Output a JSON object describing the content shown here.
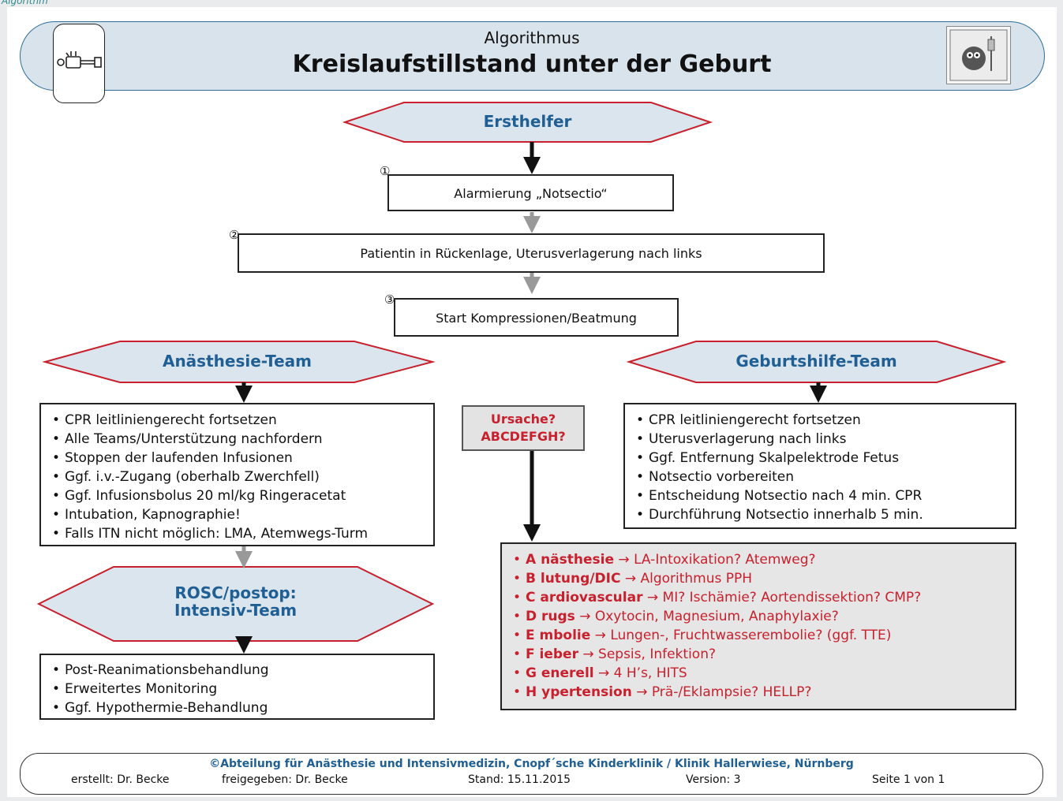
{
  "page_tag": "Algorithm",
  "header": {
    "subtitle": "Algorithmus",
    "title": "Kreislaufstillstand unter der Geburt"
  },
  "icons": {
    "header_left": "infusion-pump-icon",
    "header_right": "clinic-logo-icon"
  },
  "colors": {
    "hex_fill": "#dbe5ee",
    "hex_stroke": "#c8202d",
    "hex_text": "#1f5f94",
    "cause_text": "#c8202d"
  },
  "ersthelfer": {
    "label": "Ersthelfer"
  },
  "steps": [
    {
      "number": "①",
      "text": "Alarmierung „Notsectio“"
    },
    {
      "number": "②",
      "text": "Patientin in Rückenlage, Uterusverlagerung nach links"
    },
    {
      "number": "③",
      "text": "Start Kompressionen/Beatmung"
    }
  ],
  "anaesthesie": {
    "label": "Anästhesie-Team",
    "items": [
      "CPR leitliniengerecht fortsetzen",
      "Alle Teams/Unterstützung nachfordern",
      "Stoppen der laufenden Infusionen",
      "Ggf. i.v.-Zugang (oberhalb Zwerchfell)",
      "Ggf. Infusionsbolus 20 ml/kg Ringeracetat",
      "Intubation, Kapnographie!",
      "Falls ITN nicht möglich: LMA, Atemwegs-Turm"
    ]
  },
  "geburtshilfe": {
    "label": "Geburtshilfe-Team",
    "items": [
      "CPR leitliniengerecht fortsetzen",
      "Uterusverlagerung nach links",
      "Ggf. Entfernung Skalpelektrode Fetus",
      "Notsectio vorbereiten",
      "Entscheidung Notsectio nach 4 min. CPR",
      "Durchführung Notsectio innerhalb 5 min."
    ]
  },
  "ursache": {
    "line1": "Ursache?",
    "line2": "ABCDEFGH?"
  },
  "causes": [
    {
      "key": "A nästhesie",
      "rest": " → LA-Intoxikation? Atemweg?"
    },
    {
      "key": "B lutung/DIC",
      "rest": " → Algorithmus PPH"
    },
    {
      "key": "C ardiovascular",
      "rest": " → MI? Ischämie? Aortendissektion? CMP?"
    },
    {
      "key": "D rugs",
      "rest": " → Oxytocin, Magnesium, Anaphylaxie?"
    },
    {
      "key": "E mbolie",
      "rest": " → Lungen-, Fruchtwasserembolie? (ggf. TTE)"
    },
    {
      "key": "F ieber",
      "rest": " → Sepsis, Infektion?"
    },
    {
      "key": "G enerell",
      "rest": " → 4 H’s, HITS"
    },
    {
      "key": "H ypertension",
      "rest": " → Prä-/Eklampsie? HELLP?"
    }
  ],
  "rosc": {
    "line1": "ROSC/postop:",
    "line2": "Intensiv-Team",
    "items": [
      "Post-Reanimationsbehandlung",
      "Erweitertes Monitoring",
      "Ggf. Hypothermie-Behandlung"
    ]
  },
  "footer": {
    "copyright": "©Abteilung für Anästhesie und Intensivmedizin, Cnopf´sche Kinderklinik / Klinik Hallerwiese, Nürnberg",
    "created": "erstellt: Dr. Becke",
    "approved": "freigegeben: Dr. Becke",
    "date": "Stand: 15.11.2015",
    "version": "Version: 3",
    "page": "Seite 1 von 1"
  }
}
